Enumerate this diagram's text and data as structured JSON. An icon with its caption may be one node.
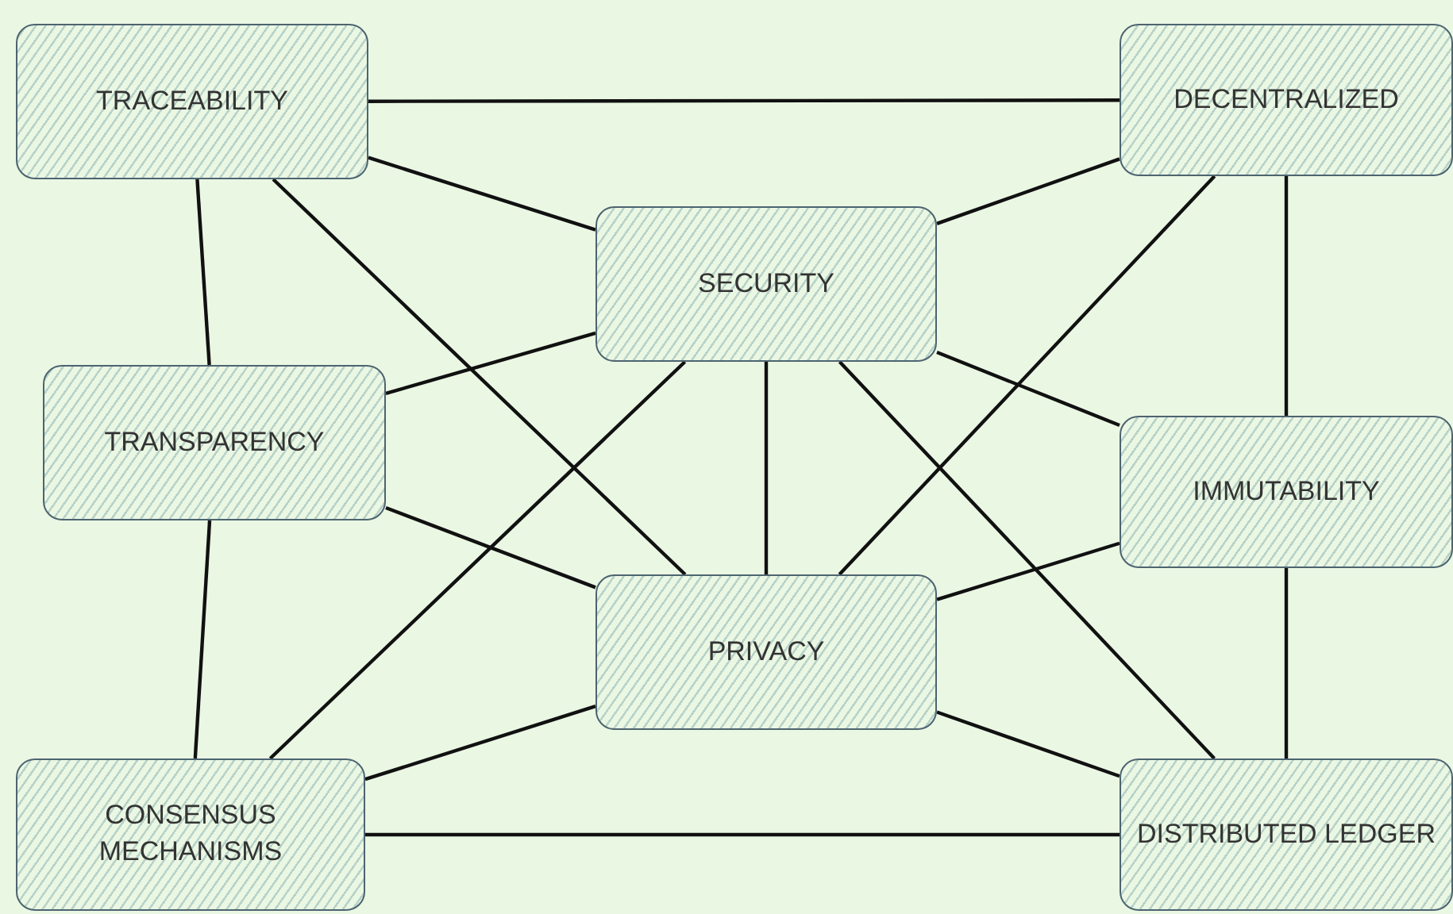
{
  "diagram": {
    "nodes": [
      {
        "text": [
          "TRACEABILITY"
        ]
      },
      {
        "text": [
          "DECENTRALIZED"
        ]
      },
      {
        "text": [
          "SECURITY"
        ]
      },
      {
        "text": [
          "TRANSPARENCY"
        ]
      },
      {
        "text": [
          "IMMUTABILITY"
        ]
      },
      {
        "text": [
          "PRIVACY"
        ]
      },
      {
        "text": [
          "CONSENSUS MECHANISMS"
        ]
      },
      {
        "text": [
          "DISTRIBUTED LEDGER"
        ]
      }
    ],
    "edges": [
      {
        "from": 0,
        "to": 1,
        "arrow": "none"
      },
      {
        "from": 0,
        "to": 2,
        "arrow": "none"
      },
      {
        "from": 0,
        "to": 5,
        "arrow": "none"
      },
      {
        "from": 0,
        "to": 3,
        "arrow": "none"
      },
      {
        "from": 3,
        "to": 2,
        "arrow": "none"
      },
      {
        "from": 3,
        "to": 5,
        "arrow": "none"
      },
      {
        "from": 3,
        "to": 6,
        "arrow": "none"
      },
      {
        "from": 2,
        "to": 5,
        "arrow": "none"
      },
      {
        "from": 2,
        "to": 6,
        "arrow": "none"
      },
      {
        "from": 2,
        "to": 7,
        "arrow": "none"
      },
      {
        "from": 2,
        "to": 1,
        "arrow": "none"
      },
      {
        "from": 2,
        "to": 4,
        "arrow": "none"
      },
      {
        "from": 1,
        "to": 4,
        "arrow": "none"
      },
      {
        "from": 1,
        "to": 5,
        "arrow": "none"
      },
      {
        "from": 5,
        "to": 4,
        "arrow": "none"
      },
      {
        "from": 4,
        "to": 7,
        "arrow": "none"
      },
      {
        "from": 5,
        "to": 6,
        "arrow": "none"
      },
      {
        "from": 5,
        "to": 7,
        "arrow": "none"
      },
      {
        "from": 6,
        "to": 7,
        "arrow": "none"
      }
    ]
  }
}
